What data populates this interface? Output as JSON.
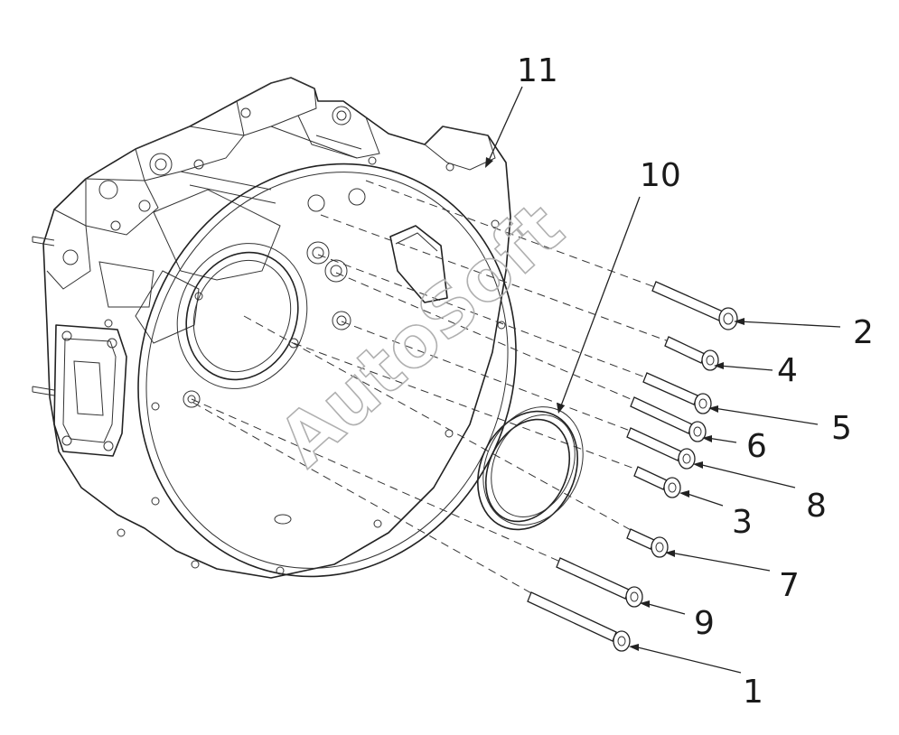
{
  "diagram": {
    "callouts": [
      {
        "id": "1",
        "label": "1"
      },
      {
        "id": "2",
        "label": "2"
      },
      {
        "id": "3",
        "label": "3"
      },
      {
        "id": "4",
        "label": "4"
      },
      {
        "id": "5",
        "label": "5"
      },
      {
        "id": "6",
        "label": "6"
      },
      {
        "id": "7",
        "label": "7"
      },
      {
        "id": "8",
        "label": "8"
      },
      {
        "id": "9",
        "label": "9"
      },
      {
        "id": "10",
        "label": "10"
      },
      {
        "id": "11",
        "label": "11"
      }
    ],
    "watermark": "AutoSoft"
  }
}
